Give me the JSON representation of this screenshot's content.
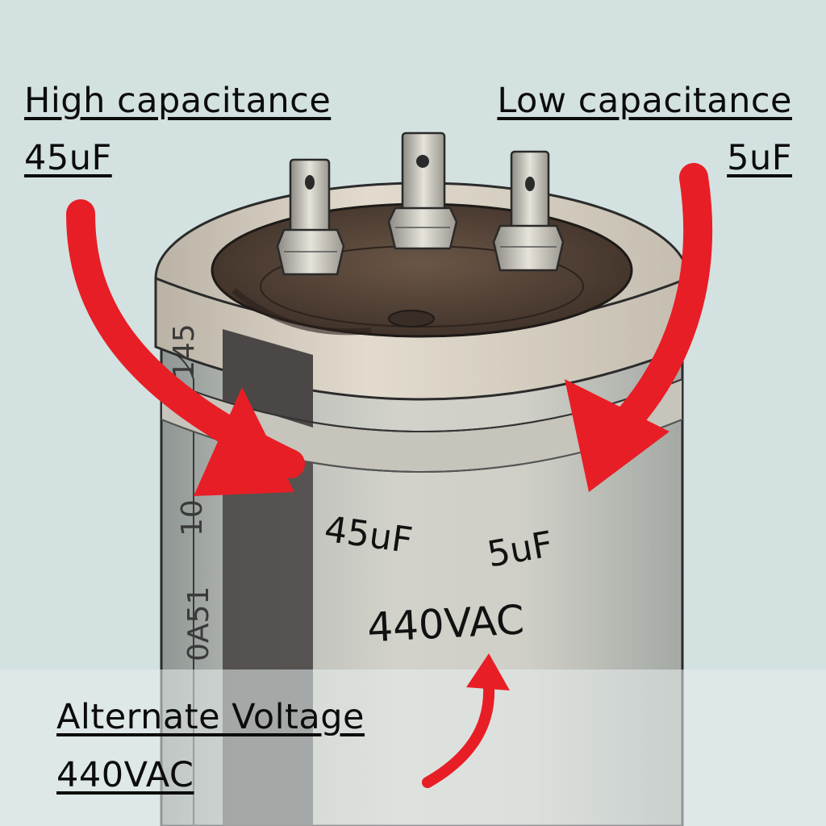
{
  "callouts": {
    "high": {
      "title": "High capacitance",
      "value": "45uF"
    },
    "low": {
      "title": "Low capacitance",
      "value": "5uF"
    },
    "voltage": {
      "title": "Alternate Voltage",
      "value": "440VAC"
    }
  },
  "capacitor_print": {
    "high_rating": "45uF",
    "low_rating": "5uF",
    "voltage_rating": "440VAC",
    "side_code_top": "145",
    "side_code_mid": "10",
    "side_code_low": "0A51"
  },
  "colors": {
    "background": "#d3e1e1",
    "bottom_band": "#e8efee",
    "arrow": "#e81e26",
    "can_body": "#c9cac3",
    "rim": "#dcd5c8",
    "top_disc": "#4a3a31",
    "text": "#0c0c0c"
  },
  "icons": [
    "capacitor-illustration",
    "arrow-to-high-terminal",
    "arrow-to-low-terminal",
    "arrow-to-voltage-print"
  ]
}
